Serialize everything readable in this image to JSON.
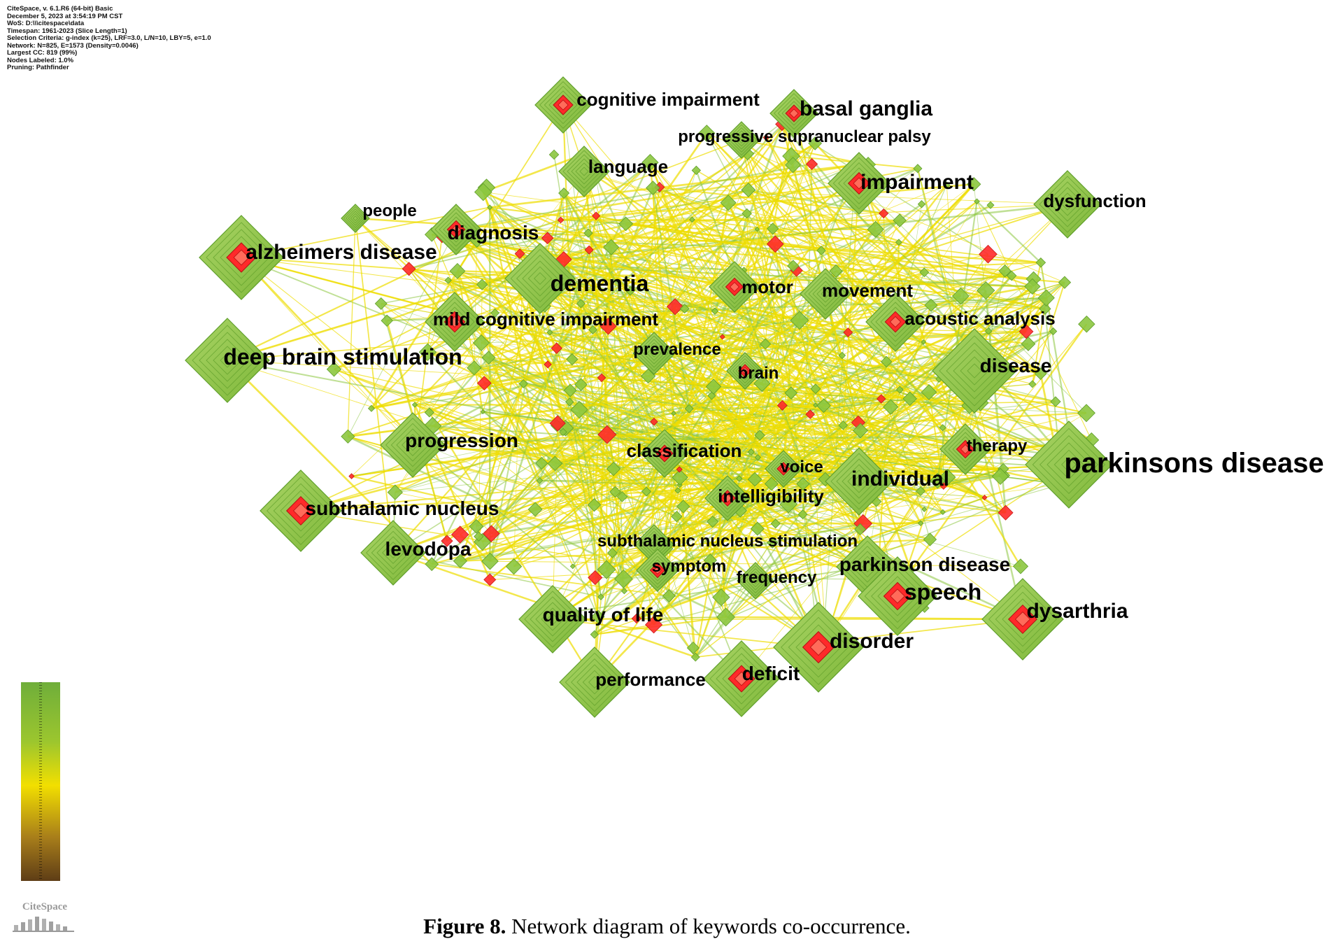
{
  "meta_lines": [
    "CiteSpace, v. 6.1.R6 (64-bit) Basic",
    "December 5, 2023 at 3:54:19 PM CST",
    "WoS: D:\\\\\\citespace\\data",
    "Timespan: 1961-2023 (Slice Length=1)",
    "Selection Criteria: g-index (k=25), LRF=3.0, L/N=10, LBY=5, e=1.0",
    "Network: N=825, E=1573 (Density=0.0046)",
    "Largest CC: 819 (99%)",
    "Nodes Labeled: 1.0%",
    "Pruning: Pathfinder"
  ],
  "keywords": [
    {
      "label": "cognitive impairment",
      "size": 26,
      "node": true
    },
    {
      "label": "basal ganglia",
      "size": 30,
      "node": true
    },
    {
      "label": "progressive supranuclear palsy",
      "size": 24,
      "node": true
    },
    {
      "label": "language",
      "size": 26,
      "node": true
    },
    {
      "label": "impairment",
      "size": 30,
      "node": true
    },
    {
      "label": "dysfunction",
      "size": 26,
      "node": true
    },
    {
      "label": "people",
      "size": 24,
      "node": true
    },
    {
      "label": "diagnosis",
      "size": 28,
      "node": true
    },
    {
      "label": "alzheimers disease",
      "size": 30,
      "node": true
    },
    {
      "label": "dementia",
      "size": 32,
      "node": true
    },
    {
      "label": "motor",
      "size": 26,
      "node": true
    },
    {
      "label": "movement",
      "size": 26,
      "node": true
    },
    {
      "label": "mild cognitive impairment",
      "size": 26,
      "node": true
    },
    {
      "label": "acoustic analysis",
      "size": 26,
      "node": true
    },
    {
      "label": "deep brain stimulation",
      "size": 32,
      "node": true
    },
    {
      "label": "prevalence",
      "size": 24,
      "node": true
    },
    {
      "label": "brain",
      "size": 24,
      "node": true
    },
    {
      "label": "disease",
      "size": 28,
      "node": true
    },
    {
      "label": "progression",
      "size": 28,
      "node": true
    },
    {
      "label": "classification",
      "size": 26,
      "node": true
    },
    {
      "label": "therapy",
      "size": 24,
      "node": true
    },
    {
      "label": "parkinsons disease",
      "size": 40,
      "node": true
    },
    {
      "label": "voice",
      "size": 24,
      "node": true
    },
    {
      "label": "individual",
      "size": 30,
      "node": true
    },
    {
      "label": "intelligibility",
      "size": 26,
      "node": true
    },
    {
      "label": "subthalamic nucleus",
      "size": 28,
      "node": true
    },
    {
      "label": "levodopa",
      "size": 28,
      "node": true
    },
    {
      "label": "subthalamic nucleus stimulation",
      "size": 24,
      "node": true
    },
    {
      "label": "symptom",
      "size": 24,
      "node": true
    },
    {
      "label": "parkinson disease",
      "size": 28,
      "node": true
    },
    {
      "label": "frequency",
      "size": 24,
      "node": true
    },
    {
      "label": "speech",
      "size": 32,
      "node": true
    },
    {
      "label": "dysarthria",
      "size": 30,
      "node": true
    },
    {
      "label": "quality of life",
      "size": 28,
      "node": true
    },
    {
      "label": "disorder",
      "size": 30,
      "node": true
    },
    {
      "label": "performance",
      "size": 26,
      "node": true
    },
    {
      "label": "deficit",
      "size": 28,
      "node": true
    }
  ],
  "colors": {
    "node_fill": "#8cc63f",
    "node_ring": "#5e9e2a",
    "burst": "#ff2a2a",
    "edge": "#eedd00",
    "edge_green": "#8cc63f"
  },
  "legend": {
    "colors": [
      "#6fae3a",
      "#f2df00",
      "#5e3d16"
    ]
  },
  "logo": {
    "text": "CiteSpace"
  },
  "caption": {
    "bold": "Figure 8.",
    "text": " Network diagram of keywords co-occurrence."
  }
}
